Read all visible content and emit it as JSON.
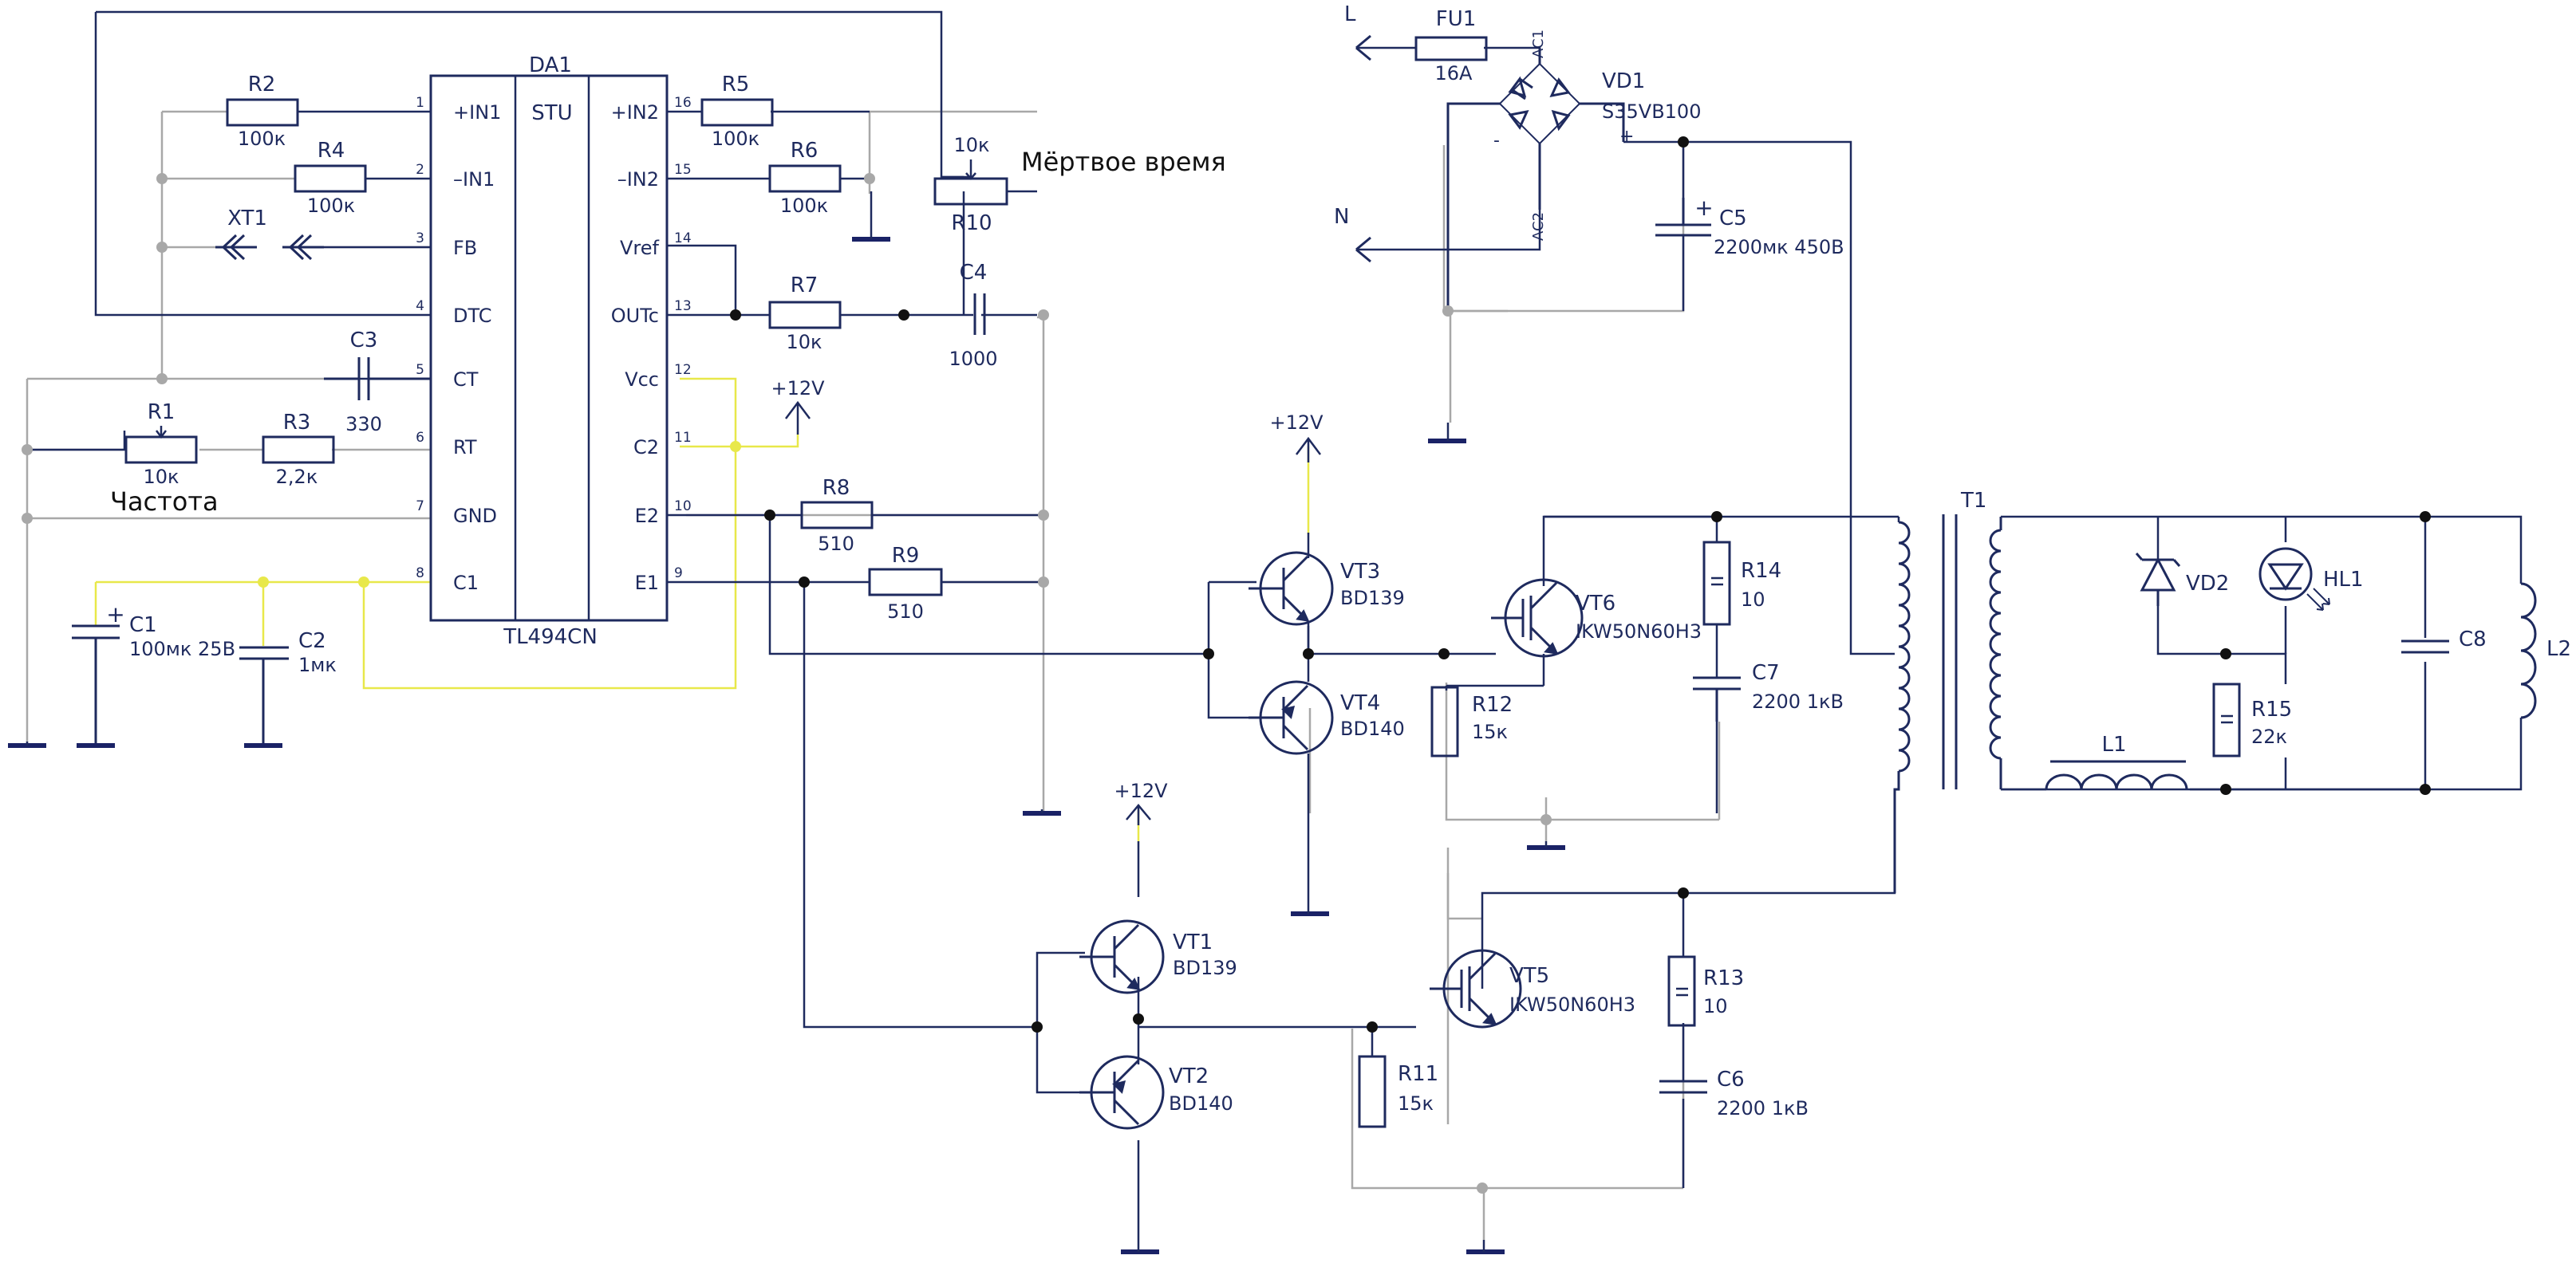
{
  "ic": {
    "ref": "DA1",
    "part": "TL494CN",
    "core": "STU",
    "left_pins": [
      {
        "num": "1",
        "name": "+IN1"
      },
      {
        "num": "2",
        "name": "–IN1"
      },
      {
        "num": "3",
        "name": "FB"
      },
      {
        "num": "4",
        "name": "DTC"
      },
      {
        "num": "5",
        "name": "CT"
      },
      {
        "num": "6",
        "name": "RT"
      },
      {
        "num": "7",
        "name": "GND"
      },
      {
        "num": "8",
        "name": "C1"
      }
    ],
    "right_pins": [
      {
        "num": "16",
        "name": "+IN2"
      },
      {
        "num": "15",
        "name": "–IN2"
      },
      {
        "num": "14",
        "name": "Vref"
      },
      {
        "num": "13",
        "name": "OUTc"
      },
      {
        "num": "12",
        "name": "Vcc"
      },
      {
        "num": "11",
        "name": "C2"
      },
      {
        "num": "10",
        "name": "E2"
      },
      {
        "num": "9",
        "name": "E1"
      }
    ]
  },
  "components": {
    "R1": {
      "ref": "R1",
      "value": "10к"
    },
    "R2": {
      "ref": "R2",
      "value": "100к"
    },
    "R3": {
      "ref": "R3",
      "value": "2,2к"
    },
    "R4": {
      "ref": "R4",
      "value": "100к"
    },
    "R5": {
      "ref": "R5",
      "value": "100к"
    },
    "R6": {
      "ref": "R6",
      "value": "100к"
    },
    "R7": {
      "ref": "R7",
      "value": "10к"
    },
    "R8": {
      "ref": "R8",
      "value": "510"
    },
    "R9": {
      "ref": "R9",
      "value": "510"
    },
    "R10": {
      "ref": "R10",
      "value": "10к"
    },
    "R11": {
      "ref": "R11",
      "value": "15к"
    },
    "R12": {
      "ref": "R12",
      "value": "15к"
    },
    "R13": {
      "ref": "R13",
      "value": "10"
    },
    "R14": {
      "ref": "R14",
      "value": "10"
    },
    "R15": {
      "ref": "R15",
      "value": "22к"
    },
    "C1": {
      "ref": "C1",
      "value": "100мк 25B"
    },
    "C2": {
      "ref": "C2",
      "value": "1мк"
    },
    "C3": {
      "ref": "C3",
      "value": "330"
    },
    "C4": {
      "ref": "C4",
      "value": "1000"
    },
    "C5": {
      "ref": "C5",
      "value": "2200мк 450B"
    },
    "C6": {
      "ref": "C6",
      "value": "2200 1кB"
    },
    "C7": {
      "ref": "C7",
      "value": "2200 1кB"
    },
    "C8": {
      "ref": "C8",
      "value": ""
    },
    "XT1": {
      "ref": "XT1",
      "value": ""
    },
    "FU1": {
      "ref": "FU1",
      "value": "16A"
    },
    "VD1": {
      "ref": "VD1",
      "value": "S35VB100"
    },
    "VD2": {
      "ref": "VD2",
      "value": ""
    },
    "HL1": {
      "ref": "HL1",
      "value": ""
    },
    "L1": {
      "ref": "L1",
      "value": ""
    },
    "L2": {
      "ref": "L2",
      "value": ""
    },
    "T1": {
      "ref": "T1",
      "value": ""
    },
    "VT1": {
      "ref": "VT1",
      "value": "BD139"
    },
    "VT2": {
      "ref": "VT2",
      "value": "BD140"
    },
    "VT3": {
      "ref": "VT3",
      "value": "BD139"
    },
    "VT4": {
      "ref": "VT4",
      "value": "BD140"
    },
    "VT5": {
      "ref": "VT5",
      "value": "IKW50N60H3"
    },
    "VT6": {
      "ref": "VT6",
      "value": "IKW50N60H3"
    }
  },
  "labels": {
    "freq": "Частота",
    "deadtime": "Мёртвое  время",
    "supply": "+12V",
    "line": "L",
    "neutral": "N",
    "ac1": "AC1",
    "ac2": "AC2",
    "plus": "+",
    "minus": "-"
  },
  "colors": {
    "wire": "#1e2a5e",
    "net_grey": "#a8a8a8",
    "net_yellow": "#e8e84a",
    "ground": "#1a2266",
    "junction": "#111111"
  }
}
